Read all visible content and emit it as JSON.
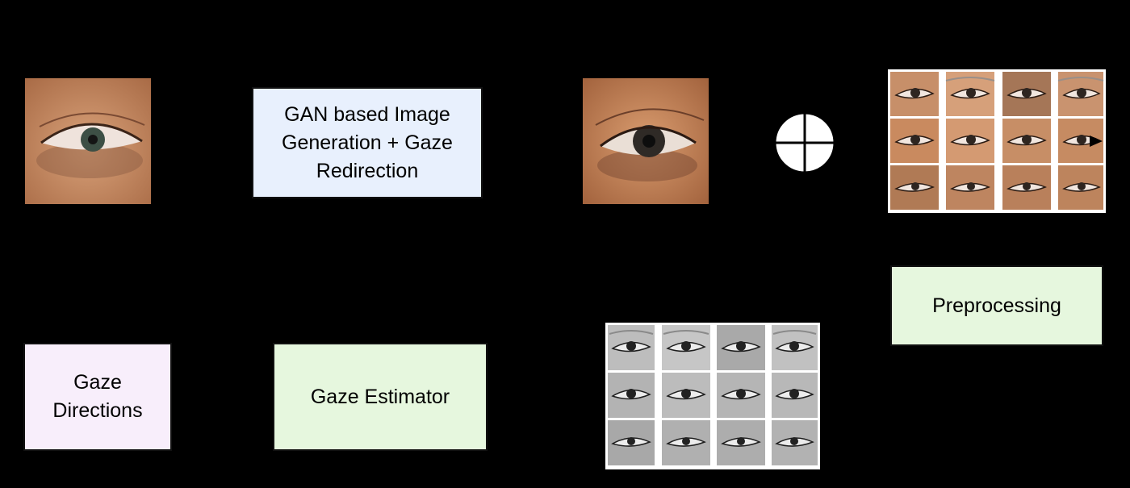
{
  "boxes": {
    "gan": "GAN based Image Generation + Gaze Redirection",
    "preprocessing": "Preprocessing",
    "gaze_directions": "Gaze Directions",
    "gaze_estimator": "Gaze Estimator"
  },
  "colors": {
    "background": "#000000",
    "gan_fill": "#e8f0fd",
    "preprocessing_fill": "#e6f7de",
    "gaze_estimator_fill": "#e6f7de",
    "gaze_directions_fill": "#f8eefb",
    "skin": "#c8916b",
    "iris": "#3d4f45"
  },
  "icons": {
    "combine": "circle-plus-icon"
  }
}
